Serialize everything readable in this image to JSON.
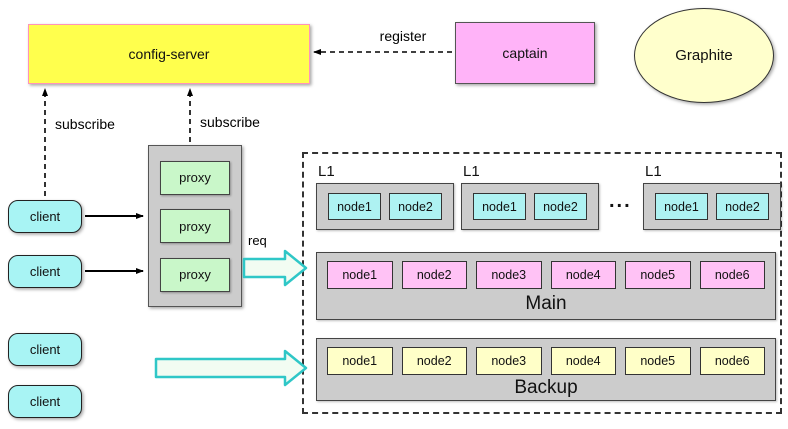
{
  "nodes": {
    "config_server": "config-server",
    "captain": "captain",
    "graphite": "Graphite"
  },
  "clients": [
    "client",
    "client",
    "client",
    "client"
  ],
  "proxies": [
    "proxy",
    "proxy",
    "proxy"
  ],
  "edge_labels": {
    "register": "register",
    "subscribe_clients": "subscribe",
    "subscribe_proxy": "subscribe",
    "req": "req"
  },
  "cluster": {
    "l1_groups": [
      {
        "title": "L1",
        "nodes": [
          "node1",
          "node2"
        ]
      },
      {
        "title": "L1",
        "nodes": [
          "node1",
          "node2"
        ]
      },
      {
        "title": "L1",
        "nodes": [
          "node1",
          "node2"
        ]
      }
    ],
    "ellipsis": "...",
    "main": {
      "title": "Main",
      "nodes": [
        "node1",
        "node2",
        "node3",
        "node4",
        "node5",
        "node6"
      ]
    },
    "backup": {
      "title": "Backup",
      "nodes": [
        "node1",
        "node2",
        "node3",
        "node4",
        "node5",
        "node6"
      ]
    }
  },
  "colors": {
    "config_fill": "#FFFF4D",
    "config_border": "#FF94B8",
    "captain_fill": "#FFB3F8",
    "graphite_fill": "#FFFFCC",
    "client_fill": "#A8F4F4",
    "proxy_fill": "#C9F7C9",
    "container_fill": "#CCCCCC",
    "node_cyan": "#AEF2F2",
    "node_pink": "#FFC2F5",
    "node_yellow": "#FFFFC8",
    "block_arrow_stroke": "#2FC7C7"
  }
}
